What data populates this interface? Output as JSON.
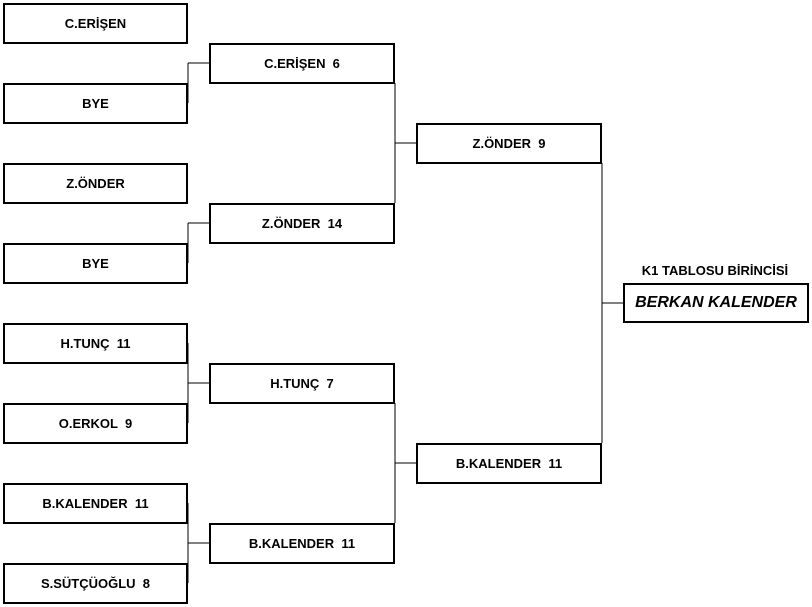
{
  "round1": [
    "C.ERİŞEN",
    "BYE",
    "Z.ÖNDER",
    "BYE",
    "H.TUNÇ  11",
    "O.ERKOL  9",
    "B.KALENDER  11",
    "S.SÜTÇÜOĞLU  8"
  ],
  "round2": [
    "C.ERİŞEN  6",
    "Z.ÖNDER  14",
    "H.TUNÇ  7",
    "B.KALENDER  11"
  ],
  "round3": [
    "Z.ÖNDER  9",
    "B.KALENDER  11"
  ],
  "champion": {
    "label": "K1 TABLOSU BİRİNCİSİ",
    "name": "BERKAN KALENDER"
  }
}
